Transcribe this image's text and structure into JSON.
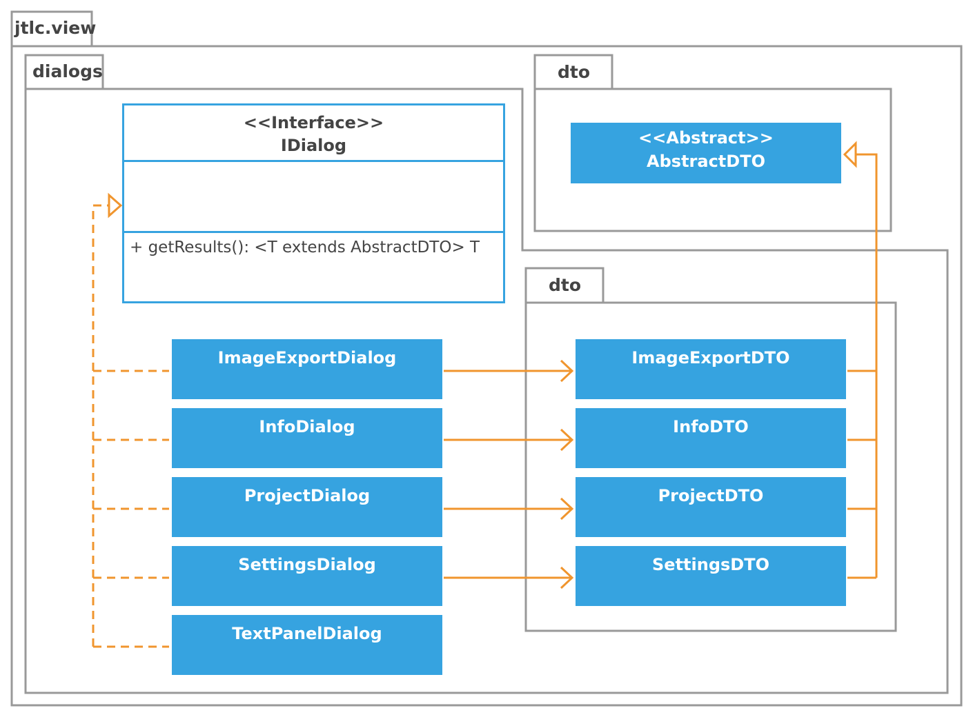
{
  "packages": {
    "outer": {
      "name": "jtlc.view"
    },
    "dialogs": {
      "name": "dialogs"
    },
    "dto_top": {
      "name": "dto"
    },
    "dto_inner": {
      "name": "dto"
    }
  },
  "interface": {
    "stereotype": "<<Interface>>",
    "name": "IDialog",
    "operations": [
      "+ getResults(): <T extends AbstractDTO> T"
    ]
  },
  "abstract_class": {
    "stereotype": "<<Abstract>>",
    "name": "AbstractDTO"
  },
  "dialogs": [
    {
      "name": "ImageExportDialog"
    },
    {
      "name": "InfoDialog"
    },
    {
      "name": "ProjectDialog"
    },
    {
      "name": "SettingsDialog"
    },
    {
      "name": "TextPanelDialog"
    }
  ],
  "dtos": [
    {
      "name": "ImageExportDTO"
    },
    {
      "name": "InfoDTO"
    },
    {
      "name": "ProjectDTO"
    },
    {
      "name": "SettingsDTO"
    }
  ],
  "colors": {
    "class_fill": "#36a3e0",
    "package_border": "#999999",
    "relation": "#f0952e"
  }
}
